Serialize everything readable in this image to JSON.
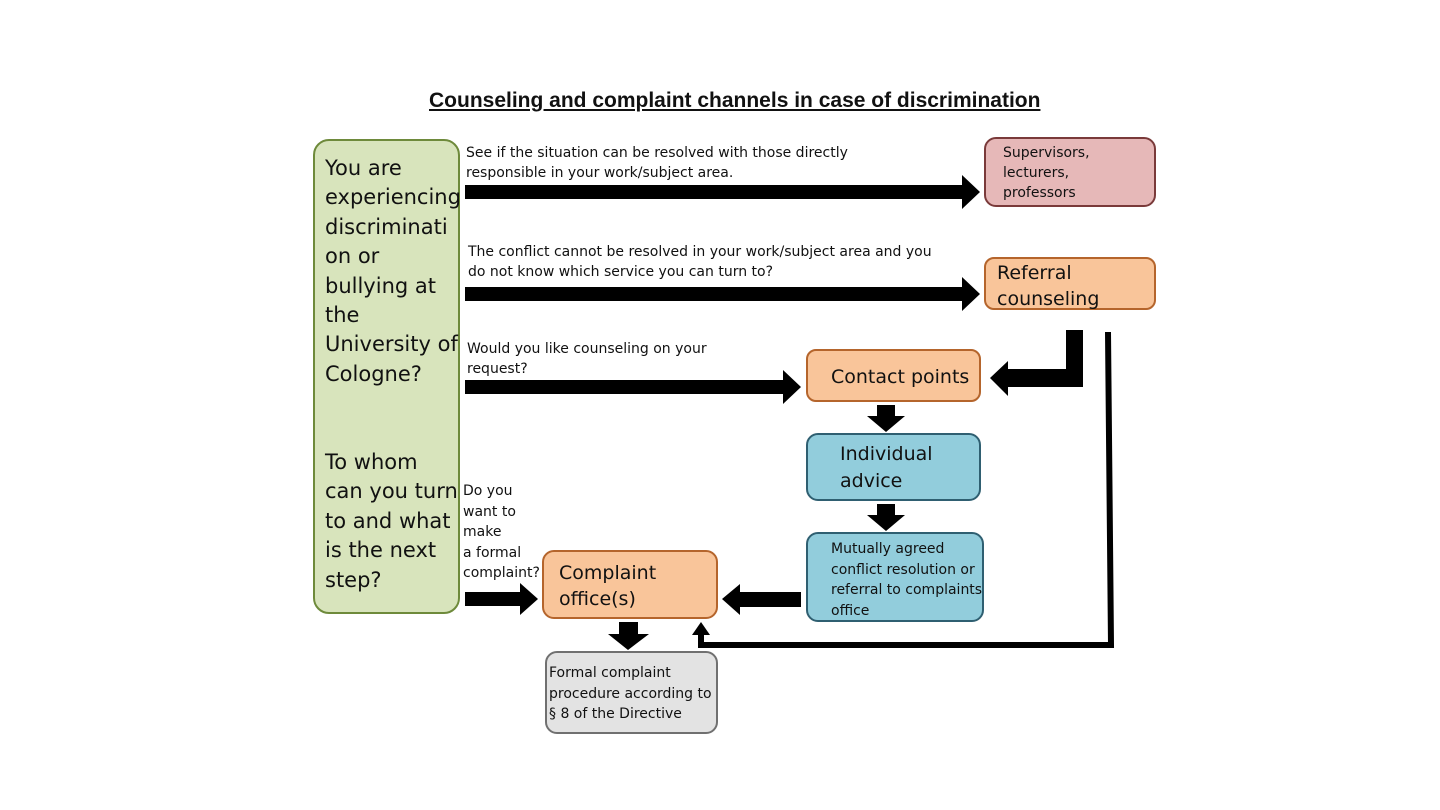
{
  "title": "Counseling and complaint channels in case of discrimination",
  "start": {
    "lines1": [
      "You are",
      "experiencing",
      "discriminati",
      "on or",
      "bullying at",
      "the",
      "University of",
      "Cologne?"
    ],
    "lines2": [
      "To whom",
      "can you turn",
      "to and what",
      "is the next",
      "step?"
    ]
  },
  "nodes": {
    "supervisors": [
      "Supervisors,",
      "lecturers,",
      "professors"
    ],
    "referral": [
      "Referral",
      "counseling"
    ],
    "contact": [
      "Contact points"
    ],
    "individual": [
      "Individual",
      "advice"
    ],
    "mutual": [
      "Mutually agreed",
      "conflict resolution or",
      "referral to complaints",
      "office"
    ],
    "complaint_office": [
      "Complaint",
      "office(s)"
    ],
    "formal": [
      "Formal complaint",
      "procedure according to",
      "§ 8 of the Directive"
    ]
  },
  "edge_labels": {
    "to_supervisors": [
      "See if the situation can be resolved with those directly",
      "responsible in your work/subject area."
    ],
    "to_referral": [
      "The conflict cannot be resolved in your work/subject area and you",
      "do not know which service you can turn to?"
    ],
    "to_contact": [
      "Would you like counseling on your",
      "request?"
    ],
    "to_complaint": [
      "Do you",
      "want to",
      "make",
      "a formal",
      "complaint?"
    ]
  },
  "colors": {
    "green": "#d8e4bc",
    "pink": "#e6b8b8",
    "orange": "#f9c59a",
    "blue": "#92cddc",
    "grey": "#e3e3e3",
    "arrow": "#000000"
  }
}
